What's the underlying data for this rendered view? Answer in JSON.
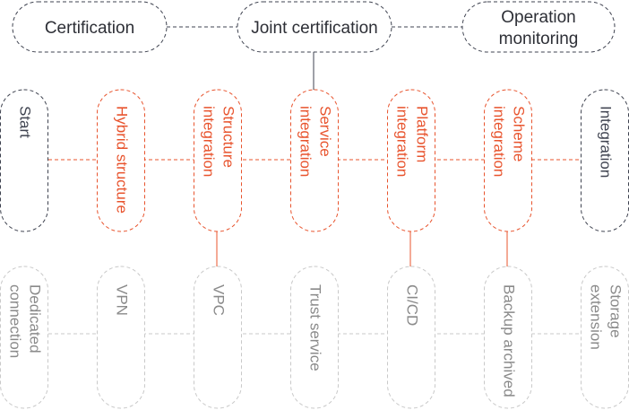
{
  "top_row": [
    {
      "id": "certification",
      "label_lines": [
        "Certification"
      ]
    },
    {
      "id": "joint-certification",
      "label_lines": [
        "Joint certification"
      ]
    },
    {
      "id": "operation-monitoring",
      "label_lines": [
        "Operation",
        "monitoring"
      ]
    }
  ],
  "middle_row": [
    {
      "id": "start",
      "label_lines": [
        "Start"
      ],
      "style": "dark"
    },
    {
      "id": "hybrid-structure",
      "label_lines": [
        "Hybrid structure"
      ],
      "style": "accent"
    },
    {
      "id": "structure-integration",
      "label_lines": [
        "Structure",
        "integration"
      ],
      "style": "accent"
    },
    {
      "id": "service-integration",
      "label_lines": [
        "Service",
        "integration"
      ],
      "style": "accent"
    },
    {
      "id": "platform-integration",
      "label_lines": [
        "Platform",
        "integration"
      ],
      "style": "accent"
    },
    {
      "id": "scheme-integration",
      "label_lines": [
        "Scheme",
        "integration"
      ],
      "style": "accent"
    },
    {
      "id": "integration",
      "label_lines": [
        "Integration"
      ],
      "style": "dark"
    }
  ],
  "bottom_row": [
    {
      "id": "dedicated-connection",
      "label_lines": [
        "Dedicated",
        "connection"
      ]
    },
    {
      "id": "vpn",
      "label_lines": [
        "VPN"
      ]
    },
    {
      "id": "vpc",
      "label_lines": [
        "VPC"
      ]
    },
    {
      "id": "trust-service",
      "label_lines": [
        "Trust service"
      ]
    },
    {
      "id": "ci-cd",
      "label_lines": [
        "CI/CD"
      ]
    },
    {
      "id": "backup-archived",
      "label_lines": [
        "Backup archived"
      ]
    },
    {
      "id": "storage-extension",
      "label_lines": [
        "Storage",
        "extension"
      ]
    }
  ],
  "colors": {
    "dark": "#3f4350",
    "accent": "#e8542e",
    "light": "#c9c9c9",
    "light_text": "#8a8a8a",
    "text": "#2d2f36"
  }
}
